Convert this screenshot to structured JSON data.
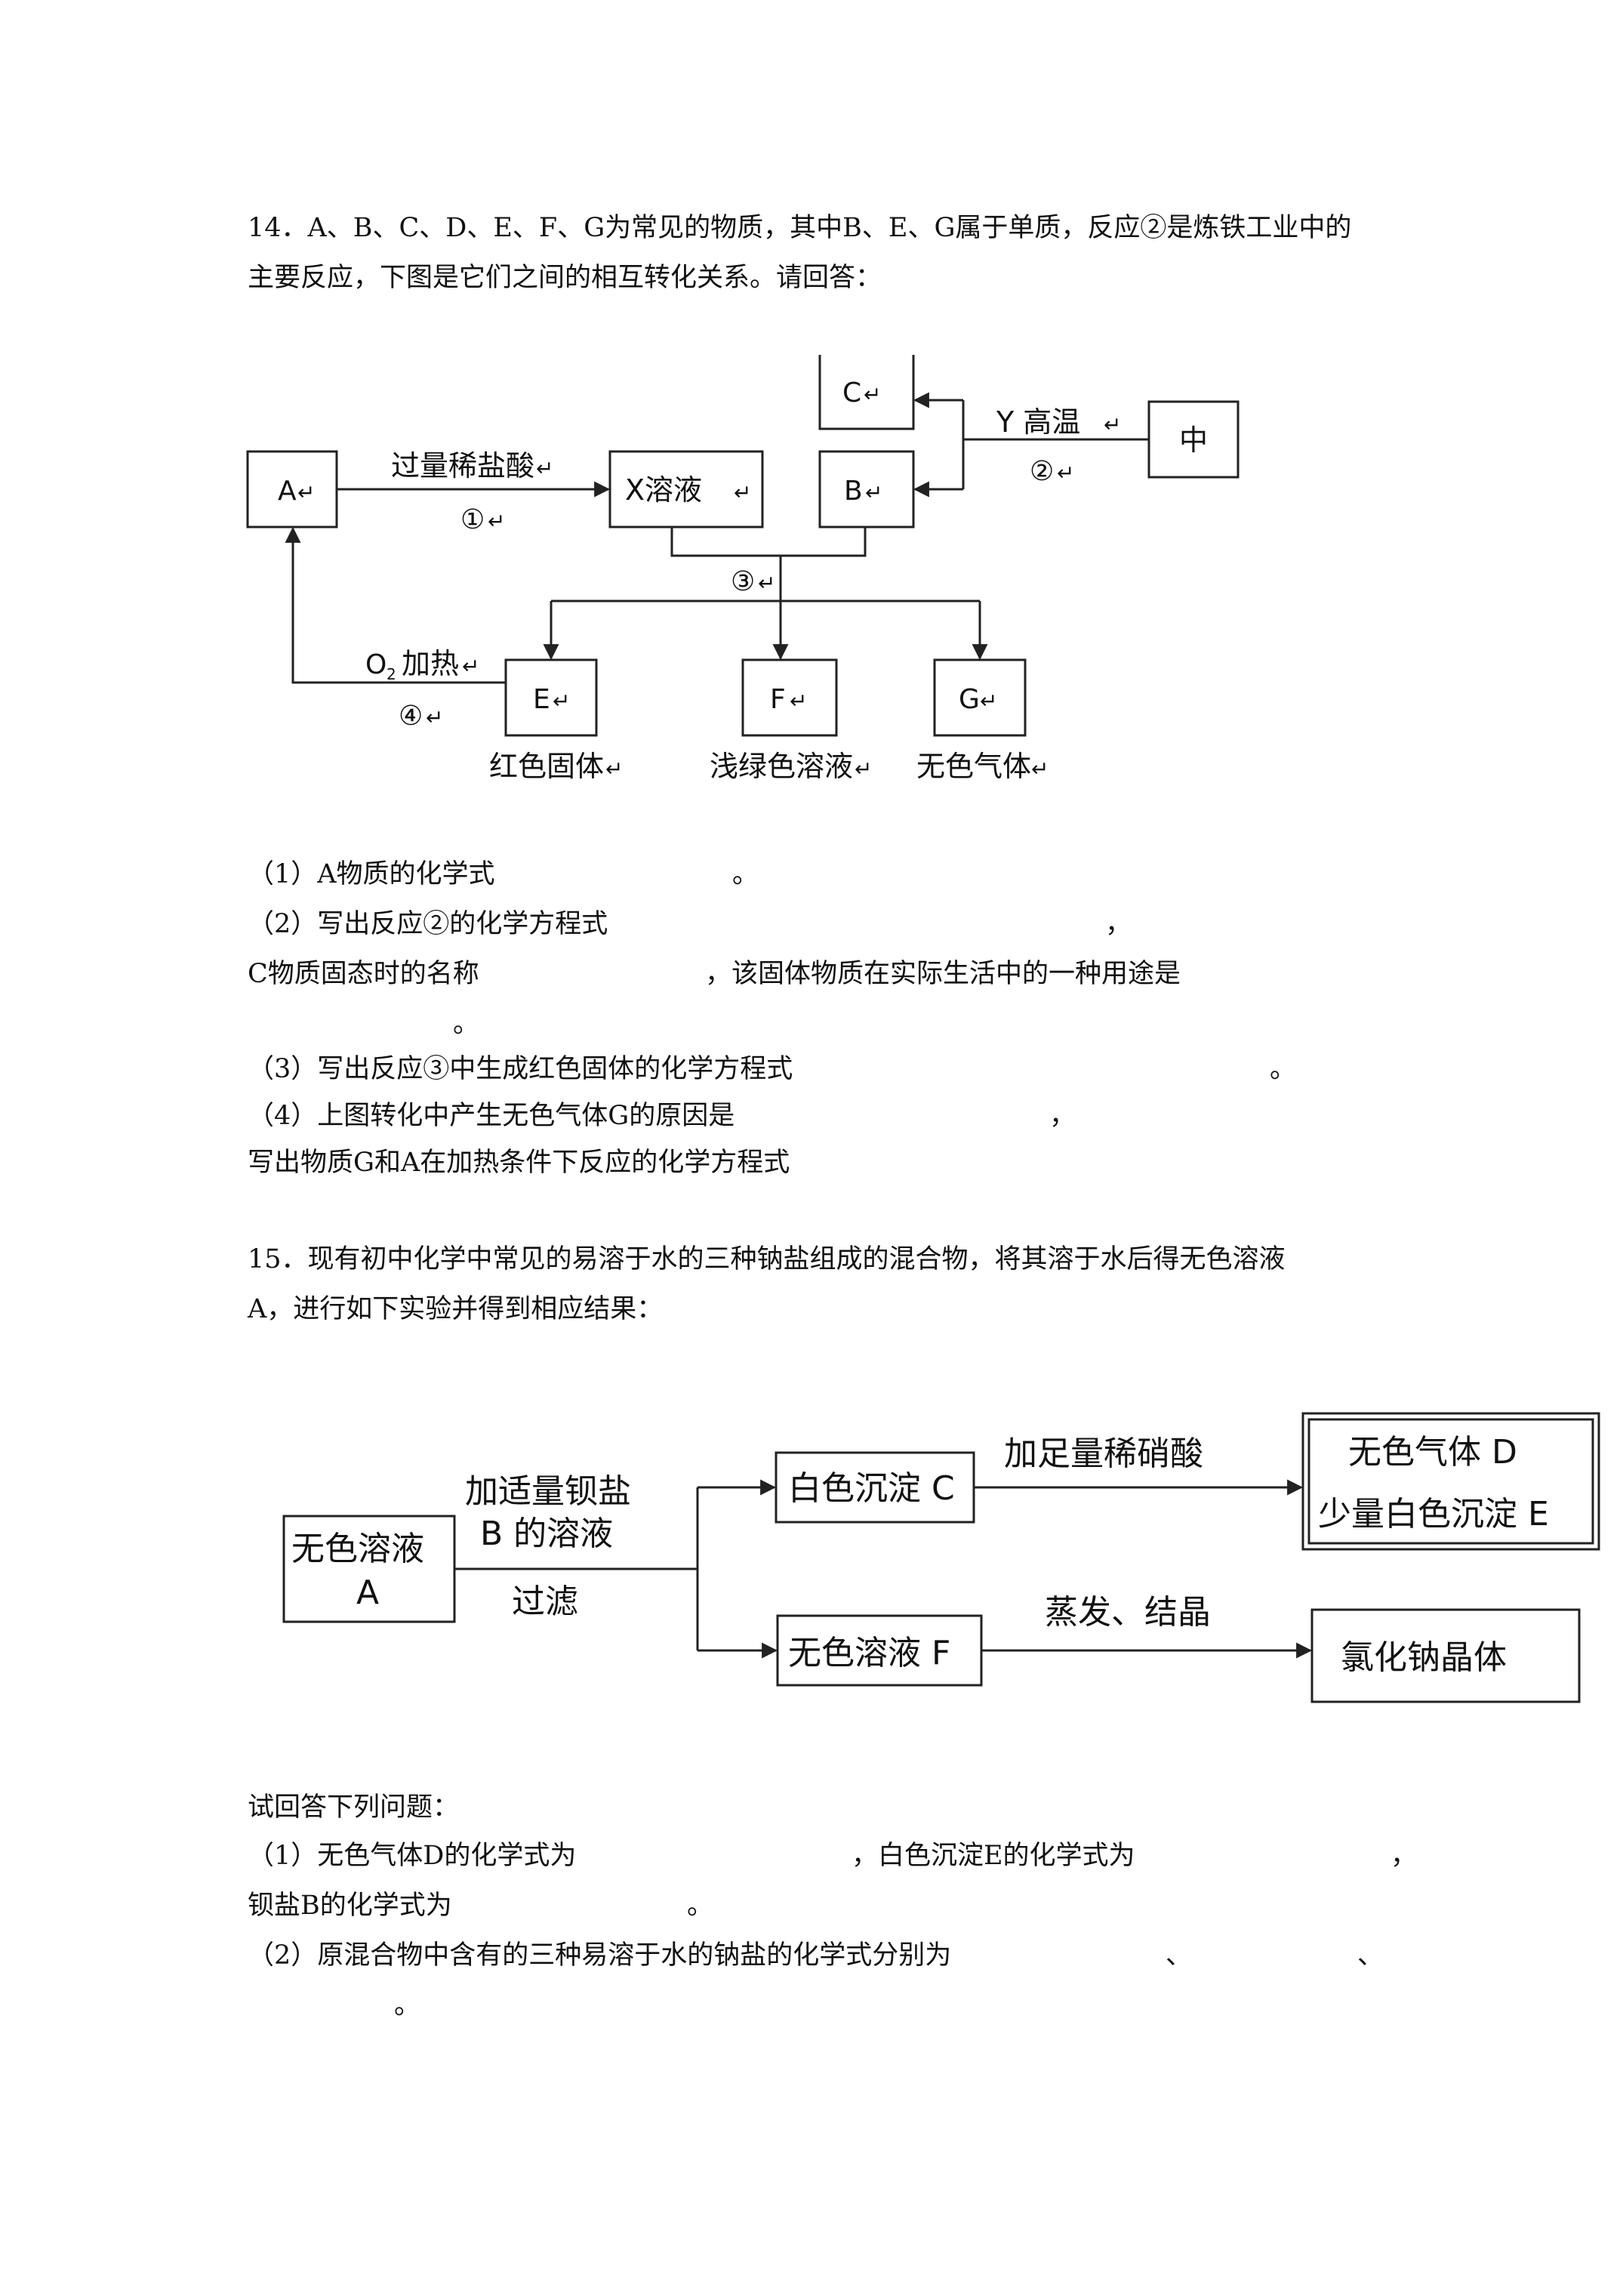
{
  "q14": {
    "stem_line1": "14．A、B、C、D、E、F、G为常见的物质，其中B、E、G属于单质，反应②是炼铁工业中的",
    "stem_line2": "主要反应，下图是它们之间的相互转化关系。请回答：",
    "figure": {
      "box_a": "A",
      "box_x": "X溶液",
      "box_b": "B",
      "box_c": "C",
      "box_zhong": "中",
      "box_e": "E",
      "box_f": "F",
      "box_g": "G",
      "label_hcl": "过量稀盐酸",
      "label_1": "①",
      "label_y": "Y 高温",
      "label_2": "②",
      "label_3": "③",
      "label_o2": "O",
      "label_o2_sub": "2",
      "label_heat": "加热",
      "label_4": "④",
      "label_red": "红色固体",
      "label_green": "浅绿色溶液",
      "label_gas": "无色气体",
      "return_mark": "↵"
    },
    "q1": "（1）A物质的化学式",
    "q1_end": "。",
    "q2": "（2）写出反应②的化学方程式",
    "q2_end": "，",
    "q2b": "C物质固态时的名称",
    "q2b_mid": "，该固体物质在实际生活中的一种用途是",
    "q2b_end": "。",
    "q3": "（3）写出反应③中生成红色固体的化学方程式",
    "q3_end": "。",
    "q4": "（4）上图转化中产生无色气体G的原因是",
    "q4_end": "，",
    "q4b": "写出物质G和A在加热条件下反应的化学方程式"
  },
  "q15": {
    "stem_line1": "15．现有初中化学中常见的易溶于水的三种钠盐组成的混合物，将其溶于水后得无色溶液",
    "stem_line2": "A，进行如下实验并得到相应结果：",
    "figure": {
      "box_a_line1": "无色溶液",
      "box_a_line2": "A",
      "label_add1": "加适量钡盐",
      "label_add2": "B 的溶液",
      "label_filter": "过滤",
      "box_c": "白色沉淀 C",
      "label_acid": "加足量稀硝酸",
      "box_d": "无色气体 D",
      "box_e": "少量白色沉淀 E",
      "box_f": "无色溶液 F",
      "label_evap": "蒸发、结晶",
      "box_nacl": "氯化钠晶体"
    },
    "intro": "试回答下列问题：",
    "q1": "（1）无色气体D的化学式为",
    "q1_mid": "，白色沉淀E的化学式为",
    "q1_end": "，",
    "q1b": "钡盐B的化学式为",
    "q1b_end": "。",
    "q2": "（2）原混合物中含有的三种易溶于水的钠盐的化学式分别为",
    "q2_sep1": "、",
    "q2_sep2": "、",
    "q2_end": "。"
  }
}
